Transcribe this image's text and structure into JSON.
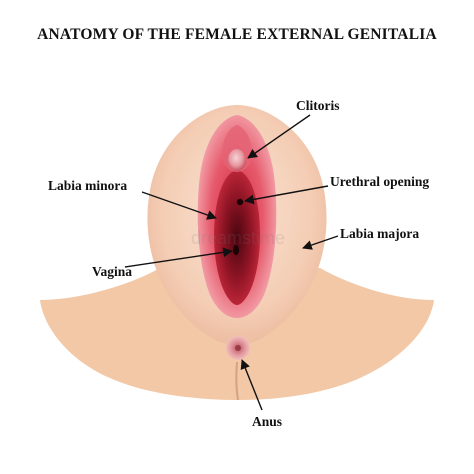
{
  "title": "ANATOMY OF THE FEMALE EXTERNAL GENITALIA",
  "labels": {
    "clitoris": "Clitoris",
    "urethral_opening": "Urethral opening",
    "labia_minora": "Labia minora",
    "labia_majora": "Labia majora",
    "vagina": "Vagina",
    "anus": "Anus"
  },
  "watermark": "dreamstime",
  "colors": {
    "skin": "#f2c8a6",
    "labia_majora": "#f7d8c4",
    "inner_red": "#c5203a",
    "dark_red": "#5a0a14",
    "pink": "#ee8a97",
    "text": "#111111"
  }
}
